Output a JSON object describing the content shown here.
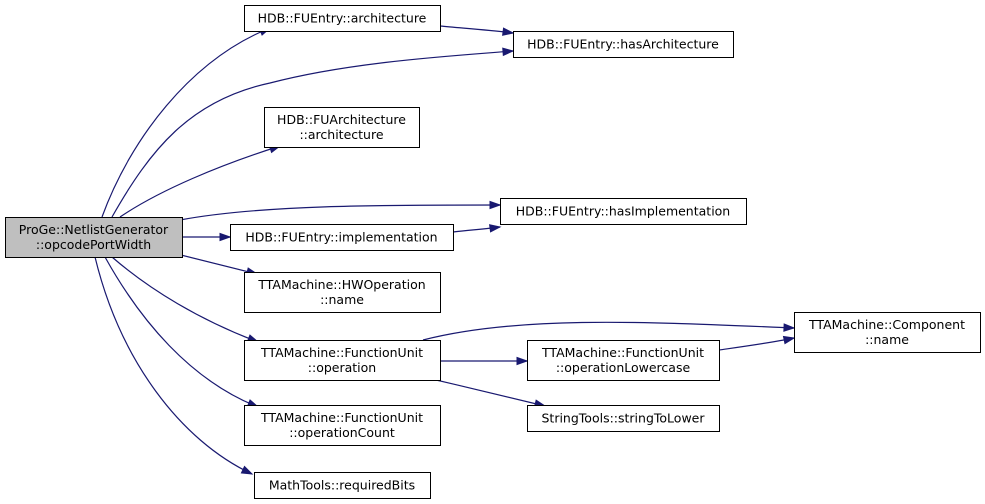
{
  "graph": {
    "nodes": [
      {
        "id": "root",
        "lines": [
          "ProGe::NetlistGenerator",
          "::opcodePortWidth"
        ]
      },
      {
        "id": "fuentry-architecture",
        "lines": [
          "HDB::FUEntry::architecture"
        ]
      },
      {
        "id": "fuentry-hasarchitecture",
        "lines": [
          "HDB::FUEntry::hasArchitecture"
        ]
      },
      {
        "id": "fuarchitecture-architecture",
        "lines": [
          "HDB::FUArchitecture",
          "::architecture"
        ]
      },
      {
        "id": "fuentry-hasimplementation",
        "lines": [
          "HDB::FUEntry::hasImplementation"
        ]
      },
      {
        "id": "fuentry-implementation",
        "lines": [
          "HDB::FUEntry::implementation"
        ]
      },
      {
        "id": "hwoperation-name",
        "lines": [
          "TTAMachine::HWOperation",
          "::name"
        ]
      },
      {
        "id": "component-name",
        "lines": [
          "TTAMachine::Component",
          "::name"
        ]
      },
      {
        "id": "functionunit-operation",
        "lines": [
          "TTAMachine::FunctionUnit",
          "::operation"
        ]
      },
      {
        "id": "functionunit-operationlowercase",
        "lines": [
          "TTAMachine::FunctionUnit",
          "::operationLowercase"
        ]
      },
      {
        "id": "stringtools-stringtolower",
        "lines": [
          "StringTools::stringToLower"
        ]
      },
      {
        "id": "functionunit-operationcount",
        "lines": [
          "TTAMachine::FunctionUnit",
          "::operationCount"
        ]
      },
      {
        "id": "mathtools-requiredbits",
        "lines": [
          "MathTools::requiredBits"
        ]
      }
    ],
    "edges": [
      {
        "from": "root",
        "to": "fuentry-architecture"
      },
      {
        "from": "fuentry-architecture",
        "to": "fuentry-hasarchitecture"
      },
      {
        "from": "root",
        "to": "fuentry-hasarchitecture"
      },
      {
        "from": "root",
        "to": "fuarchitecture-architecture"
      },
      {
        "from": "root",
        "to": "fuentry-hasimplementation"
      },
      {
        "from": "root",
        "to": "fuentry-implementation"
      },
      {
        "from": "fuentry-implementation",
        "to": "fuentry-hasimplementation"
      },
      {
        "from": "root",
        "to": "hwoperation-name"
      },
      {
        "from": "root",
        "to": "functionunit-operation"
      },
      {
        "from": "functionunit-operation",
        "to": "component-name"
      },
      {
        "from": "functionunit-operation",
        "to": "functionunit-operationlowercase"
      },
      {
        "from": "functionunit-operation",
        "to": "stringtools-stringtolower"
      },
      {
        "from": "functionunit-operationlowercase",
        "to": "component-name"
      },
      {
        "from": "root",
        "to": "functionunit-operationcount"
      },
      {
        "from": "root",
        "to": "mathtools-requiredbits"
      }
    ]
  },
  "colors": {
    "edge": "#191970",
    "root_fill": "#bfbfbf",
    "node_fill": "#ffffff",
    "node_border": "#000000"
  }
}
